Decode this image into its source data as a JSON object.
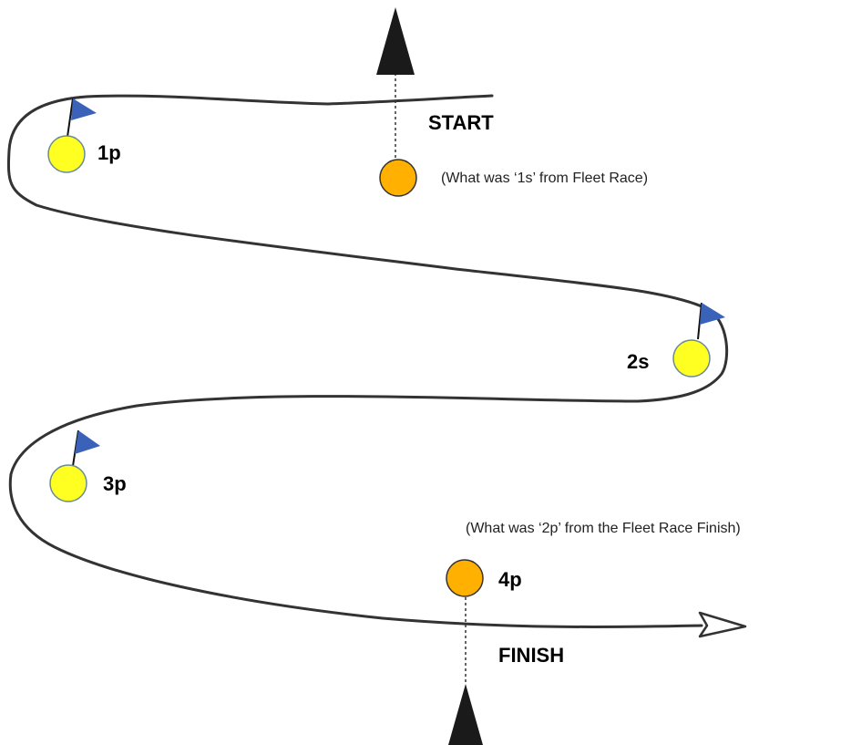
{
  "colors": {
    "course_line": "#333333",
    "mark_yellow": "#ffff22",
    "mark_orange": "#ffb000",
    "flag_blue": "#3a62b8",
    "line_marker": "#1a1a1a"
  },
  "labels": {
    "start": "START",
    "finish": "FINISH",
    "mark_1p": "1p",
    "mark_2s": "2s",
    "mark_3p": "3p",
    "mark_4p": "4p",
    "start_note": "(What was ‘1s’ from Fleet Race)",
    "finish_note": "(What was ‘2p’  from the Fleet Race Finish)"
  },
  "icons": {
    "flag": "flag-icon",
    "line_marker": "triangle-line-marker-icon",
    "arrowhead": "open-arrowhead-icon"
  }
}
